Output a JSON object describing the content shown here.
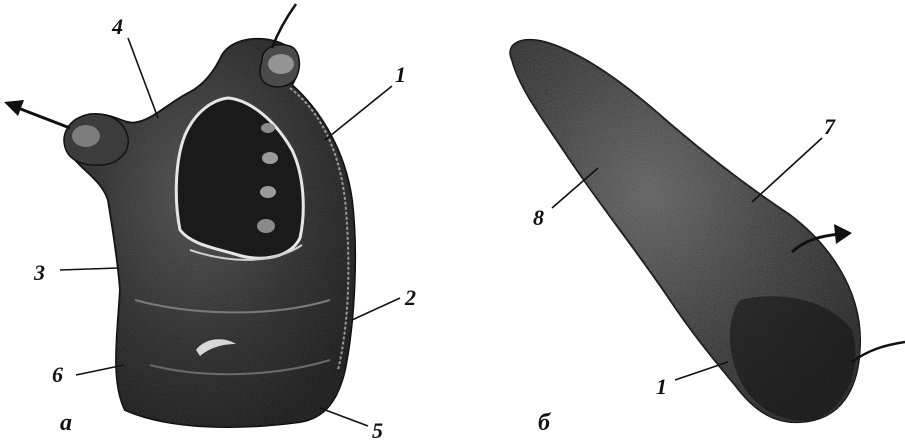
{
  "figure": {
    "panel_a": {
      "letter": "а",
      "labels": [
        "1",
        "2",
        "3",
        "4",
        "5",
        "6"
      ]
    },
    "panel_b": {
      "letter": "б",
      "labels": [
        "7",
        "8",
        "1"
      ]
    },
    "colors": {
      "specimen_dark": "#1c1c1c",
      "specimen_mid": "#3a3a3a",
      "highlight": "#9a9a9a",
      "membrane_line": "#e0e0e0"
    }
  }
}
